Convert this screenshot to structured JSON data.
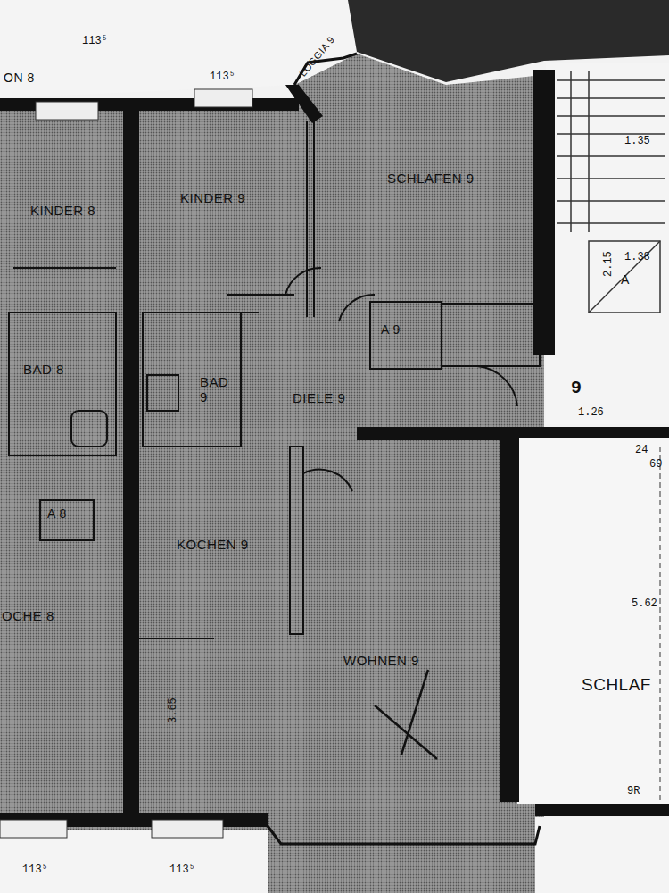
{
  "diagram": {
    "nodes": [
      {
        "text": [
          "ON 8"
        ]
      },
      {
        "text": [
          "LOGGIA 9"
        ]
      },
      {
        "text": [
          "KINDER 8"
        ]
      },
      {
        "text": [
          "KINDER 9"
        ]
      },
      {
        "text": [
          "SCHLAFEN 9"
        ]
      },
      {
        "text": [
          "BAD 8"
        ]
      },
      {
        "text": [
          "BAD 9"
        ]
      },
      {
        "text": [
          "A 9"
        ]
      },
      {
        "text": [
          "DIELE 9"
        ]
      },
      {
        "text": [
          "A 8"
        ]
      },
      {
        "text": [
          "OCHE 8"
        ]
      },
      {
        "text": [
          "KOCHEN 9"
        ]
      },
      {
        "text": [
          "WOHNEN 9"
        ]
      },
      {
        "text": [
          "SCHLAF"
        ]
      },
      {
        "text": [
          "A"
        ]
      }
    ],
    "labels": [
      "113⁵",
      "113⁵",
      "1.35",
      "1.38",
      "2.15",
      "1.26",
      "9",
      "24",
      "69",
      "5.62",
      "9R",
      "113⁵",
      "113⁵",
      "3.65"
    ]
  }
}
